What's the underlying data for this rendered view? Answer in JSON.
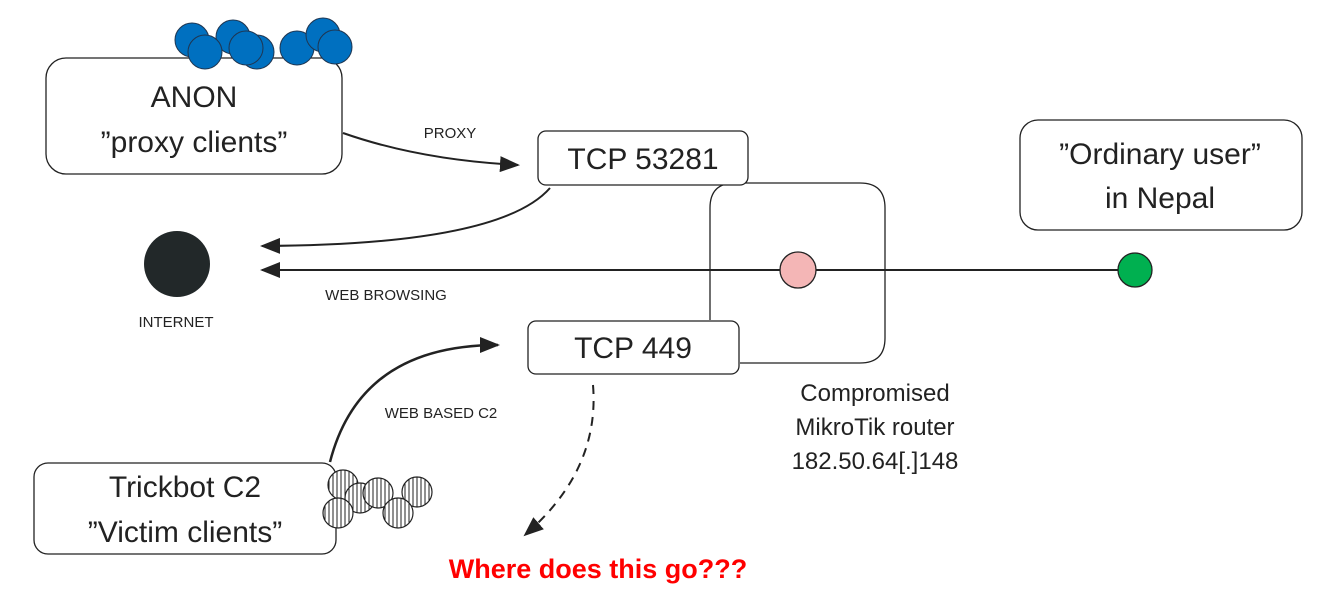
{
  "nodes": {
    "anon": {
      "line1": "ANON",
      "line2": "”proxy clients”"
    },
    "tcp53281": {
      "label": "TCP 53281"
    },
    "tcp449": {
      "label": "TCP 449"
    },
    "ordinary": {
      "line1": "”Ordinary user”",
      "line2": "in Nepal"
    },
    "trickbot": {
      "line1": "Trickbot C2",
      "line2": "”Victim clients”"
    },
    "internet": {
      "label": "INTERNET"
    },
    "router": {
      "line1": "Compromised",
      "line2": "MikroTik router",
      "line3": "182.50.64[.]148"
    }
  },
  "edges": {
    "proxy": "PROXY",
    "web_browsing": "WEB BROWSING",
    "web_c2": "WEB BASED C2"
  },
  "question": "Where does this go???",
  "colors": {
    "anon_clients": "#0070c0",
    "internet": "#222829",
    "router_dot": "#f4b6b6",
    "user_dot": "#00b050",
    "question": "#ff0000"
  }
}
